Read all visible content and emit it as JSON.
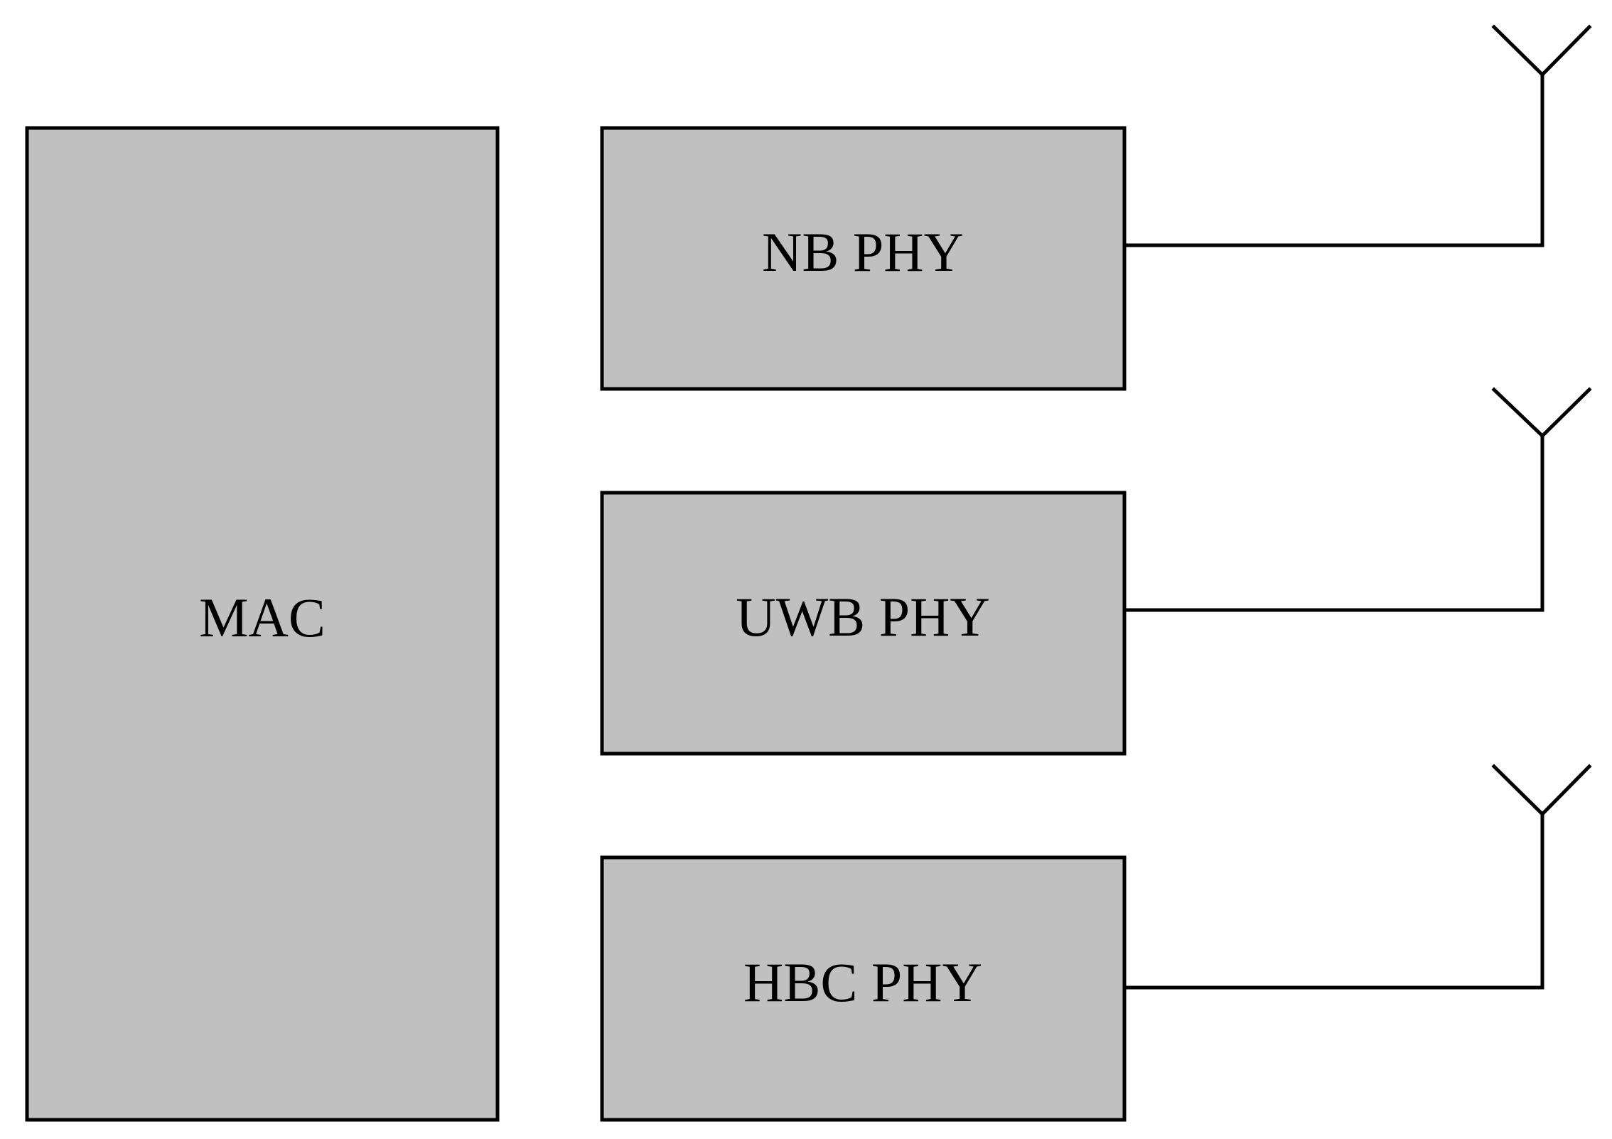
{
  "colors": {
    "block_fill": "#c0c0c0",
    "stroke": "#000000",
    "background": "#ffffff"
  },
  "blocks": {
    "mac": {
      "label": "MAC"
    },
    "phys": [
      {
        "label": "NB PHY"
      },
      {
        "label": "UWB PHY"
      },
      {
        "label": "HBC PHY"
      }
    ]
  },
  "icons": {
    "antenna": "antenna-icon"
  }
}
